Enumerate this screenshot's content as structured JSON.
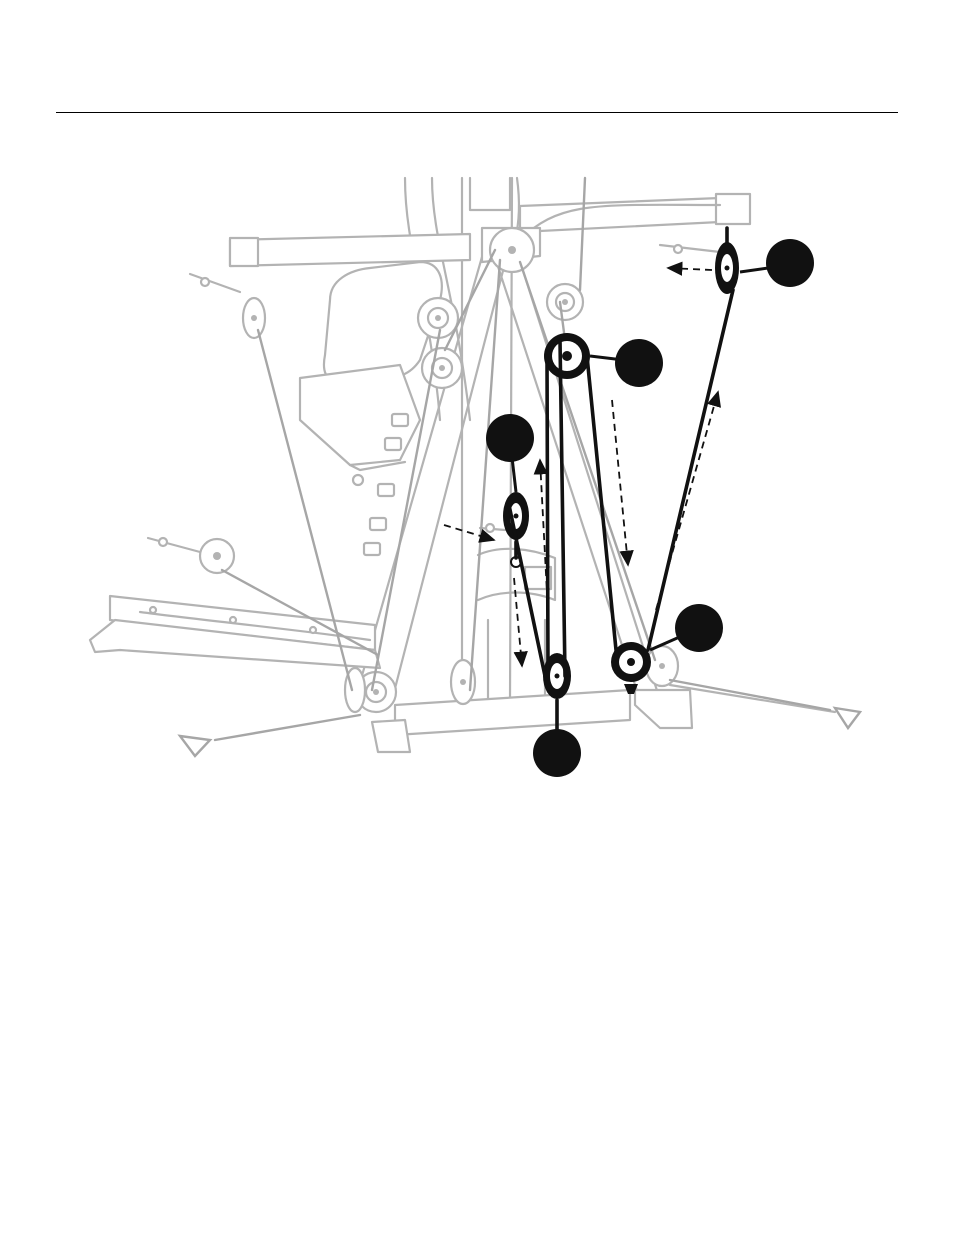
{
  "page": {
    "header_rule": true
  },
  "diagram": {
    "subject": "pulley-and-cable-routing",
    "colors": {
      "highlight": "#111111",
      "frame": "#b3b3b3",
      "background": "#ffffff"
    },
    "callouts": [
      {
        "id": "callout-top-right",
        "label": ""
      },
      {
        "id": "callout-upper-center",
        "label": ""
      },
      {
        "id": "callout-left",
        "label": ""
      },
      {
        "id": "callout-lower-right",
        "label": ""
      },
      {
        "id": "callout-bottom",
        "label": ""
      }
    ]
  }
}
